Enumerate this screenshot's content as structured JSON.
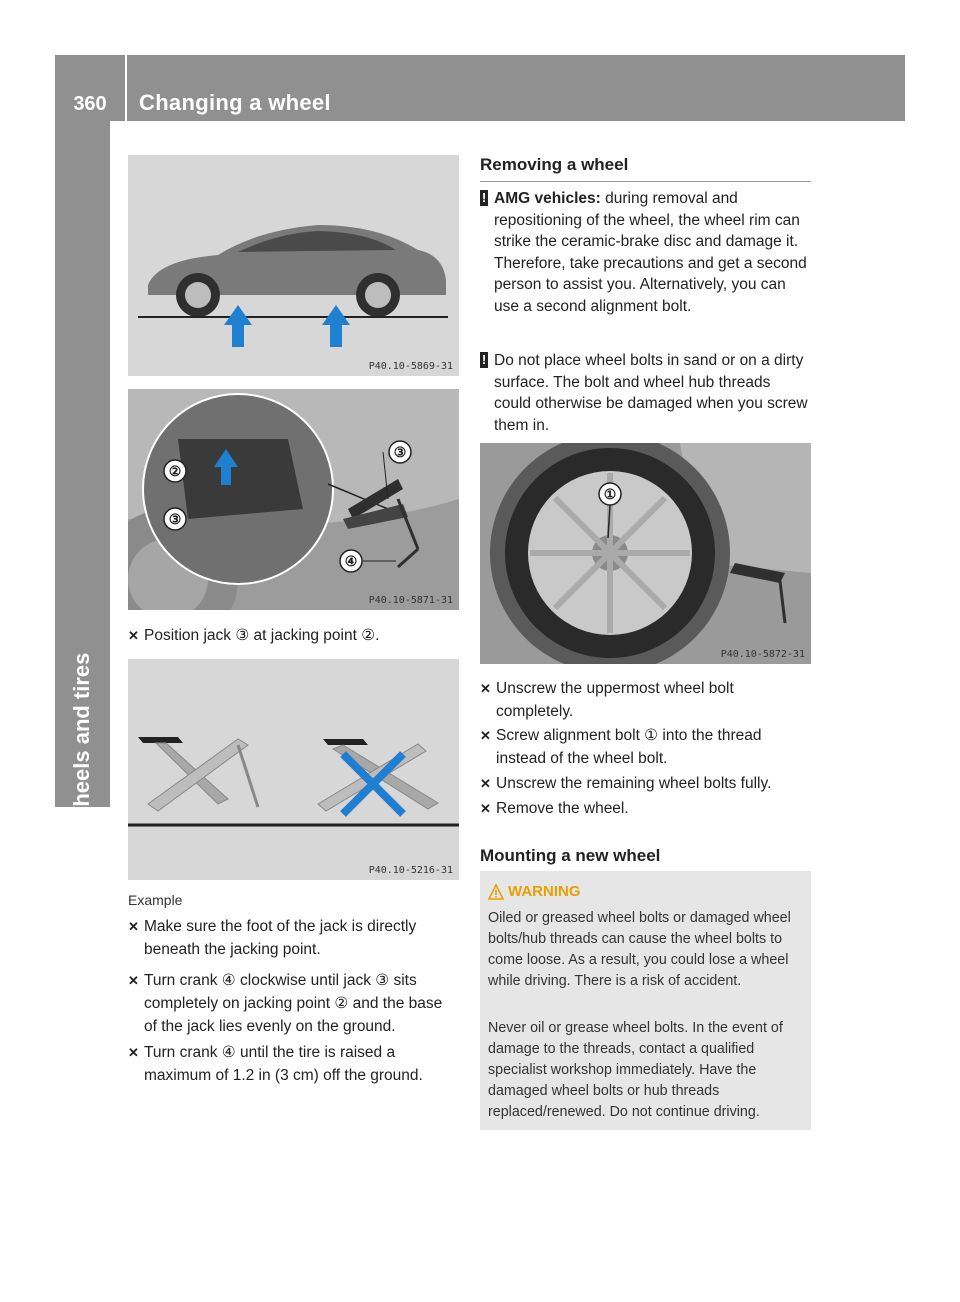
{
  "header": {
    "page_number": "360",
    "title": "Changing a wheel"
  },
  "side_tab": {
    "label": "Wheels and tires"
  },
  "figures": {
    "fig1": {
      "code": "P40.10-5869-31"
    },
    "fig2": {
      "code": "P40.10-5871-31",
      "callouts": [
        "②",
        "③",
        "③",
        "④"
      ]
    },
    "fig3": {
      "code": "P40.10-5216-31"
    },
    "fig4": {
      "code": "P40.10-5872-31",
      "callouts": [
        "①"
      ]
    }
  },
  "left": {
    "step1": "Position jack ③ at jacking point ②.",
    "caption": "Example",
    "steps": [
      "Make sure the foot of the jack is directly beneath the jacking point.",
      "Turn crank ④ clockwise until jack ③ sits completely on jacking point ② and the base of the jack lies evenly on the ground.",
      "Turn crank ④ until the tire is raised a maximum of 1.2 in (3 cm) off the ground."
    ]
  },
  "right": {
    "heading1": "Removing a wheel",
    "note1_bold": "AMG vehicles:",
    "note1_text": " during removal and repositioning of the wheel, the wheel rim can strike the ceramic-brake disc and damage it. Therefore, take precautions and get a second person to assist you. Alternatively, you can use a second alignment bolt.",
    "note2_text": "Do not place wheel bolts in sand or on a dirty surface. The bolt and wheel hub threads could otherwise be damaged when you screw them in.",
    "steps": [
      "Unscrew the uppermost wheel bolt completely.",
      "Screw alignment bolt ① into the thread instead of the wheel bolt.",
      "Unscrew the remaining wheel bolts fully.",
      "Remove the wheel."
    ],
    "heading2": "Mounting a new wheel",
    "warning": {
      "title": "WARNING",
      "para1": "Oiled or greased wheel bolts or damaged wheel bolts/hub threads can cause the wheel bolts to come loose. As a result, you could lose a wheel while driving. There is a risk of accident.",
      "para2": "Never oil or grease wheel bolts. In the event of damage to the threads, contact a qualified specialist workshop immediately. Have the damaged wheel bolts or hub threads replaced/renewed. Do not continue driving."
    }
  },
  "colors": {
    "header_gray": "#909090",
    "warning_yellow": "#e8a000",
    "arrow_blue": "#1f7fd0"
  }
}
